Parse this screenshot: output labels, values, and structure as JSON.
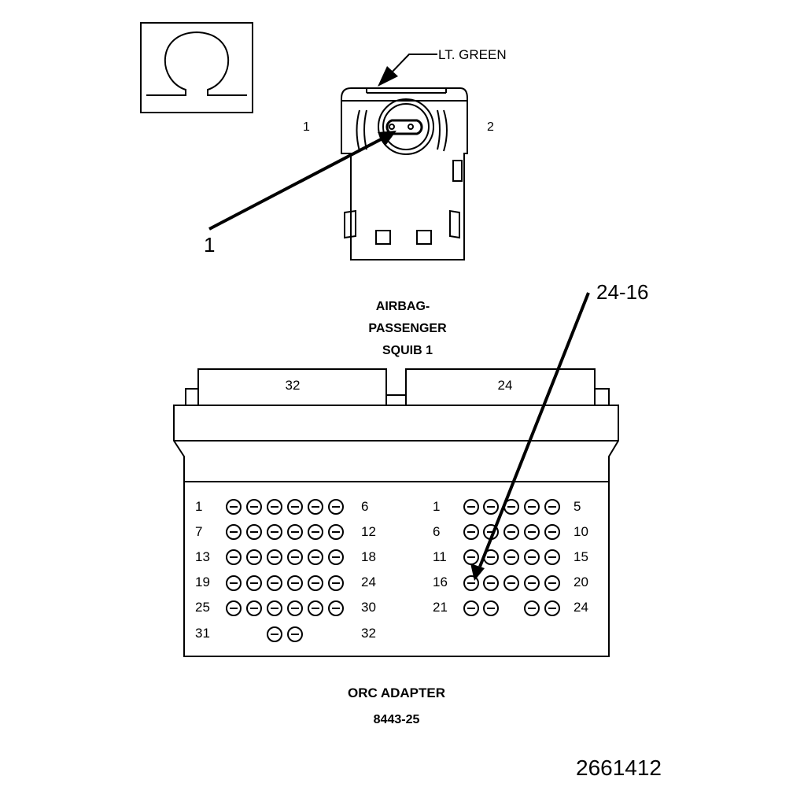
{
  "symbol": {
    "icon": "ohm-icon"
  },
  "squib": {
    "color_label": "LT. GREEN",
    "pin_labels": [
      "1",
      "2"
    ],
    "callout": "1",
    "title_lines": [
      "AIRBAG-",
      "PASSENGER",
      "SQUIB 1"
    ]
  },
  "adapter": {
    "connector_labels": [
      "32",
      "24"
    ],
    "callout": "24-16",
    "left_rows": [
      {
        "start": "1",
        "end": "6"
      },
      {
        "start": "7",
        "end": "12"
      },
      {
        "start": "13",
        "end": "18"
      },
      {
        "start": "19",
        "end": "24"
      },
      {
        "start": "25",
        "end": "30"
      },
      {
        "start": "31",
        "end": "32"
      }
    ],
    "right_rows": [
      {
        "start": "1",
        "end": "5"
      },
      {
        "start": "6",
        "end": "10"
      },
      {
        "start": "11",
        "end": "15"
      },
      {
        "start": "16",
        "end": "20"
      },
      {
        "start": "21",
        "end": "24"
      }
    ],
    "title": "ORC ADAPTER",
    "part_number": "8443-25"
  },
  "figure_id": "2661412"
}
